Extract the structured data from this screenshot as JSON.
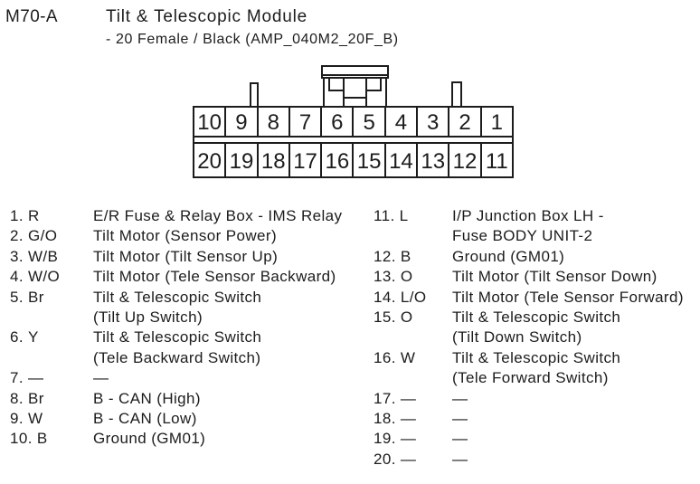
{
  "header": {
    "connector_id": "M70-A",
    "title": "Tilt & Telescopic Module",
    "subtitle": "- 20 Female / Black (AMP_040M2_20F_B)"
  },
  "connector": {
    "top_row": [
      "10",
      "9",
      "8",
      "7",
      "6",
      "5",
      "4",
      "3",
      "2",
      "1"
    ],
    "bottom_row": [
      "20",
      "19",
      "18",
      "17",
      "16",
      "15",
      "14",
      "13",
      "12",
      "11"
    ]
  },
  "pin_list": {
    "left": [
      {
        "num": "1.",
        "wire_color": "R",
        "desc": [
          "E/R Fuse & Relay Box - IMS Relay"
        ]
      },
      {
        "num": "2.",
        "wire_color": "G/O",
        "desc": [
          "Tilt Motor (Sensor Power)"
        ]
      },
      {
        "num": "3.",
        "wire_color": "W/B",
        "desc": [
          "Tilt Motor (Tilt Sensor Up)"
        ]
      },
      {
        "num": "4.",
        "wire_color": "W/O",
        "desc": [
          "Tilt Motor (Tele Sensor Backward)"
        ]
      },
      {
        "num": "5.",
        "wire_color": "Br",
        "desc": [
          "Tilt & Telescopic Switch",
          "(Tilt Up Switch)"
        ]
      },
      {
        "num": "6.",
        "wire_color": "Y",
        "desc": [
          "Tilt & Telescopic Switch",
          "(Tele Backward Switch)"
        ]
      },
      {
        "num": "7.",
        "wire_color": "—",
        "desc": [
          "—"
        ]
      },
      {
        "num": "8.",
        "wire_color": "Br",
        "desc": [
          "B - CAN (High)"
        ]
      },
      {
        "num": "9.",
        "wire_color": "W",
        "desc": [
          "B - CAN (Low)"
        ]
      },
      {
        "num": "10.",
        "wire_color": "B",
        "desc": [
          "Ground (GM01)"
        ]
      }
    ],
    "right": [
      {
        "num": "11.",
        "wire_color": "L",
        "desc": [
          "I/P Junction Box LH -",
          "Fuse BODY UNIT-2"
        ]
      },
      {
        "num": "12.",
        "wire_color": "B",
        "desc": [
          "Ground (GM01)"
        ]
      },
      {
        "num": "13.",
        "wire_color": "O",
        "desc": [
          "Tilt Motor (Tilt Sensor Down)"
        ]
      },
      {
        "num": "14.",
        "wire_color": "L/O",
        "desc": [
          "Tilt Motor (Tele Sensor Forward)"
        ]
      },
      {
        "num": "15.",
        "wire_color": "O",
        "desc": [
          "Tilt & Telescopic Switch",
          "(Tilt Down Switch)"
        ]
      },
      {
        "num": "16.",
        "wire_color": "W",
        "desc": [
          "Tilt & Telescopic Switch",
          "(Tele Forward Switch)"
        ]
      },
      {
        "num": "17.",
        "wire_color": "—",
        "desc": [
          "—"
        ]
      },
      {
        "num": "18.",
        "wire_color": "—",
        "desc": [
          "—"
        ]
      },
      {
        "num": "19.",
        "wire_color": "—",
        "desc": [
          "—"
        ]
      },
      {
        "num": "20.",
        "wire_color": "—",
        "desc": [
          "—"
        ]
      }
    ]
  },
  "colors": {
    "line": "#1c1c1c",
    "background": "#ffffff"
  }
}
